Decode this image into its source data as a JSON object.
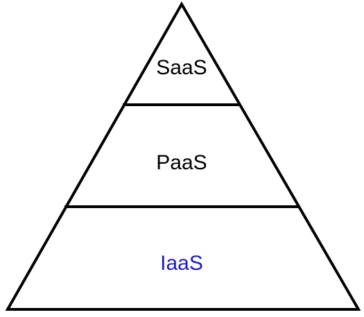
{
  "pyramid": {
    "tiers": [
      {
        "label": "SaaS",
        "color": "#000000"
      },
      {
        "label": "PaaS",
        "color": "#000000"
      },
      {
        "label": "IaaS",
        "color": "#1a1acc"
      }
    ],
    "stroke_color": "#000000",
    "background": "#ffffff"
  }
}
